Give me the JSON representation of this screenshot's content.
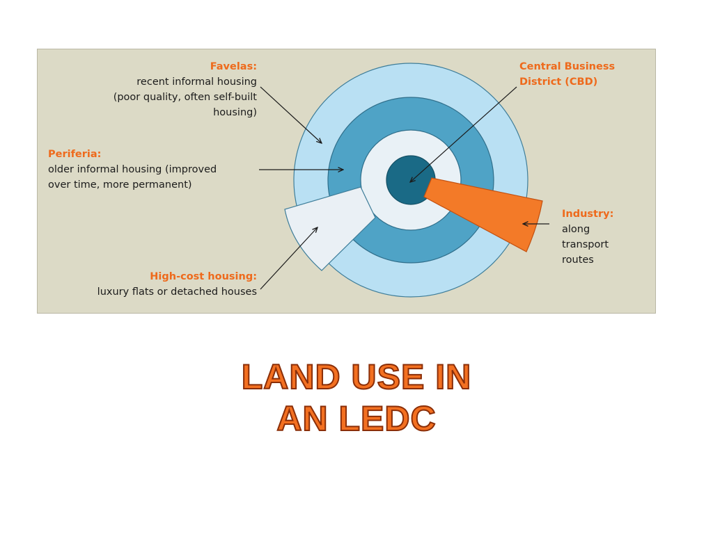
{
  "diagram": {
    "labels": {
      "favelas": {
        "heading": "Favelas:",
        "lines": [
          "recent informal housing",
          "(poor quality, often self-built",
          "housing)"
        ]
      },
      "periferia": {
        "heading": "Periferia:",
        "lines": [
          "older informal housing (improved",
          "over time, more permanent)"
        ]
      },
      "high_cost": {
        "heading": "High-cost housing:",
        "lines": [
          "luxury flats or detached houses"
        ]
      },
      "cbd": {
        "heading_lines": [
          "Central Business",
          "District (CBD)"
        ]
      },
      "industry": {
        "heading": "Industry:",
        "lines": [
          "along",
          "transport",
          "routes"
        ]
      }
    },
    "colors": {
      "background": "#dcdac6",
      "outer_ring": "#b9e0f3",
      "middle_ring": "#4fa3c6",
      "inner_ring": "#e9f1f6",
      "cbd": "#1a6a86",
      "industry": "#f37a28",
      "high_cost_wedge": "#eaf0f5",
      "label_heading": "#ee6a1c"
    }
  },
  "slide_title": [
    "LAND USE IN",
    "AN LEDC"
  ]
}
